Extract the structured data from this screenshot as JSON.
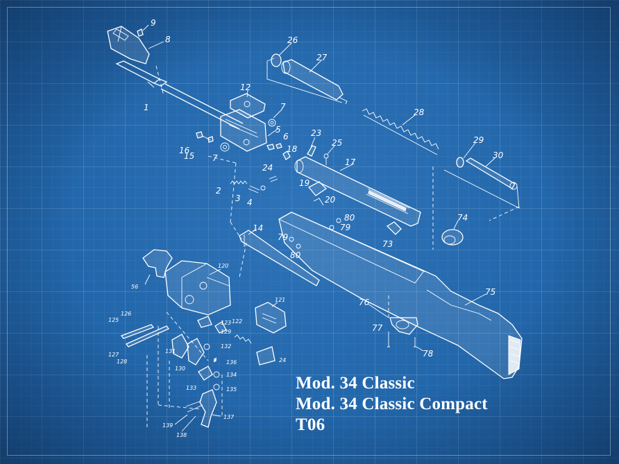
{
  "title_lines": [
    "Mod. 34 Classic",
    "Mod. 34 Classic Compact",
    "T06"
  ],
  "part_labels": {
    "p1": "1",
    "p2": "2",
    "p3": "3",
    "p4": "4",
    "p5": "5",
    "p6": "6",
    "p7a": "7",
    "p7b": "7",
    "p8": "8",
    "p9": "9",
    "p12": "12",
    "p14": "14",
    "p15": "15",
    "p16": "16",
    "p17": "17",
    "p18": "18",
    "p19": "19",
    "p20": "20",
    "p23": "23",
    "p24": "24",
    "p25": "25",
    "p26": "26",
    "p27": "27",
    "p28": "28",
    "p29": "29",
    "p30": "30",
    "p73": "73",
    "p74": "74",
    "p75": "75",
    "p76": "76",
    "p77": "77",
    "p78": "78",
    "p79a": "79",
    "p79b": "79",
    "p80a": "80",
    "p80b": "80",
    "p56": "56",
    "p120": "120",
    "p121": "121",
    "p122": "122",
    "p123": "123",
    "p124": "24",
    "p125": "125",
    "p126": "126",
    "p127": "127",
    "p128": "128",
    "p129": "129",
    "p130": "130",
    "p131": "131",
    "p132": "132",
    "p133": "133",
    "p134": "134",
    "p135": "135",
    "p136": "136",
    "p137": "137",
    "p138": "138",
    "p139": "139"
  },
  "colors": {
    "background": "#2266aa",
    "line": "#ffffff"
  }
}
